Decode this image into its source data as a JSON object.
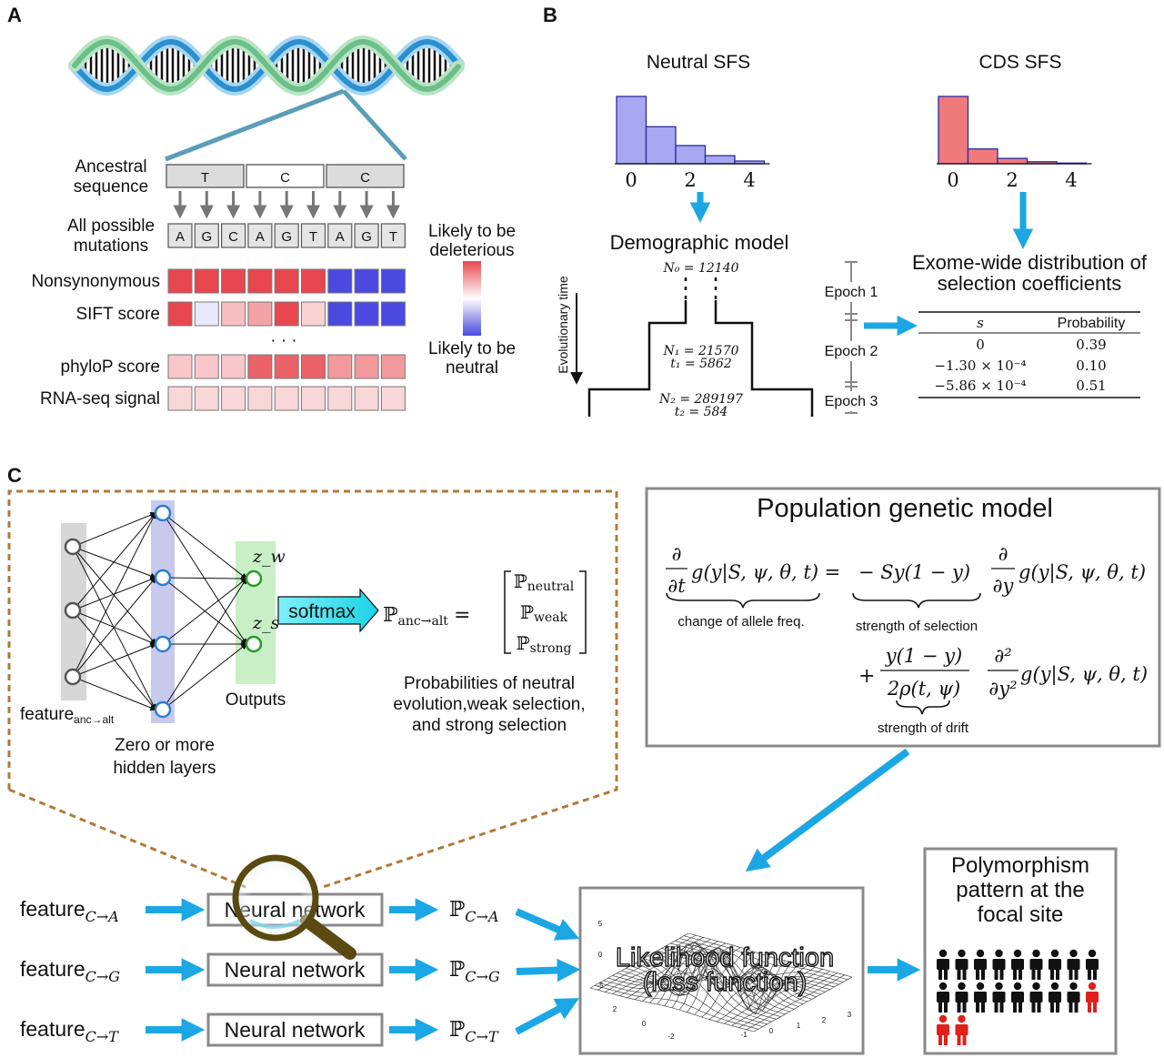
{
  "panels": {
    "a": "A",
    "b": "B",
    "c": "C"
  },
  "panel_a": {
    "ancestral_label": [
      "Ancestral",
      "sequence"
    ],
    "ancestral_bases": [
      "T",
      "C",
      "C"
    ],
    "mutations_label": [
      "All possible",
      "mutations"
    ],
    "mutation_bases": [
      "A",
      "G",
      "C",
      "A",
      "G",
      "T",
      "A",
      "G",
      "T"
    ],
    "rows": [
      {
        "label": "Nonsynonymous",
        "cells": [
          1.0,
          1.0,
          1.0,
          1.0,
          1.0,
          1.0,
          -1.0,
          -1.0,
          -1.0
        ]
      },
      {
        "label": "SIFT score",
        "cells": [
          1.0,
          -0.12,
          0.35,
          0.5,
          1.0,
          0.25,
          -1.0,
          -1.0,
          -1.0
        ]
      },
      {
        "label": "phyloP score",
        "cells": [
          0.3,
          0.3,
          0.3,
          0.85,
          0.85,
          0.85,
          0.55,
          0.55,
          0.55
        ]
      },
      {
        "label": "RNA-seq signal",
        "cells": [
          0.22,
          0.22,
          0.22,
          0.22,
          0.22,
          0.22,
          0.22,
          0.22,
          0.22
        ]
      }
    ],
    "ellipsis": "· · ·",
    "legend_top": [
      "Likely to be",
      "deleterious"
    ],
    "legend_bottom": [
      "Likely to be",
      "neutral"
    ],
    "colors": {
      "deleterious": "#e8474f",
      "neutral": "#4a4ae0",
      "dna_blue": "#2b8fd0",
      "dna_green": "#6abf8a"
    }
  },
  "panel_b": {
    "neutral_sfs_title": "Neutral SFS",
    "cds_sfs_title": "CDS SFS",
    "tick_labels": [
      "0",
      "2",
      "4"
    ],
    "neutral_sfs": [
      1.0,
      0.55,
      0.27,
      0.12,
      0.04
    ],
    "cds_sfs": [
      1.0,
      0.22,
      0.08,
      0.03,
      0.01
    ],
    "neutral_color": "#a7a7f2",
    "cds_color": "#f07a7a",
    "demographic_title": "Demographic model",
    "axis_label": "Evolutionary time",
    "n0": "N₀ = 12140",
    "n1": "N₁ = 21570",
    "t1": "t₁ = 5862",
    "n2": "N₂ = 289197",
    "t2": "t₂ = 584",
    "epochs": [
      "Epoch 1",
      "Epoch 2",
      "Epoch 3"
    ],
    "dfe_title": [
      "Exome-wide distribution of",
      "selection coefficients"
    ],
    "table_headers": [
      "s",
      "Probability"
    ],
    "table_rows": [
      [
        "0",
        "0.39"
      ],
      [
        "−1.30 × 10⁻⁴",
        "0.10"
      ],
      [
        "−5.86 × 10⁻⁴",
        "0.51"
      ]
    ]
  },
  "panel_c": {
    "nn_z_w": "z_w",
    "nn_z_s": "z_s",
    "feature_label": "feature",
    "feature_sub": "anc→alt",
    "hidden_label": [
      "Zero or more",
      "hidden layers"
    ],
    "outputs_label": "Outputs",
    "softmax": "softmax",
    "prob_lhs": "ℙ",
    "prob_lhs_sub": "anc→alt",
    "prob_vector": [
      "ℙneutral",
      "ℙweak",
      "ℙstrong"
    ],
    "prob_desc": [
      "Probabilities of neutral",
      "evolution,weak selection,",
      "and strong selection"
    ],
    "popgen_title": "Population genetic model",
    "eq_annot_change": "change of allele freq.",
    "eq_annot_selection": "strength of selection",
    "eq_annot_drift": "strength of drift",
    "features": [
      {
        "label": "feature",
        "sub": "C→A",
        "nn": "Neural network",
        "p": "ℙ",
        "psub": "C→A"
      },
      {
        "label": "feature",
        "sub": "C→G",
        "nn": "Neural network",
        "p": "ℙ",
        "psub": "C→G"
      },
      {
        "label": "feature",
        "sub": "C→T",
        "nn": "Neural network",
        "p": "ℙ",
        "psub": "C→T"
      }
    ],
    "likelihood": [
      "Likelihood function",
      "(loss function)"
    ],
    "surface_ticks": [
      "5",
      "0",
      "-5",
      "2",
      "0",
      "-2",
      "-1",
      "0",
      "1",
      "2",
      "3"
    ],
    "polymorphism": [
      "Polymorphism",
      "pattern at the",
      "focal site"
    ],
    "people": {
      "rows": [
        9,
        9,
        2
      ],
      "red_indices": [
        17,
        18,
        19
      ]
    },
    "arrow_color": "#1ba7e4"
  }
}
